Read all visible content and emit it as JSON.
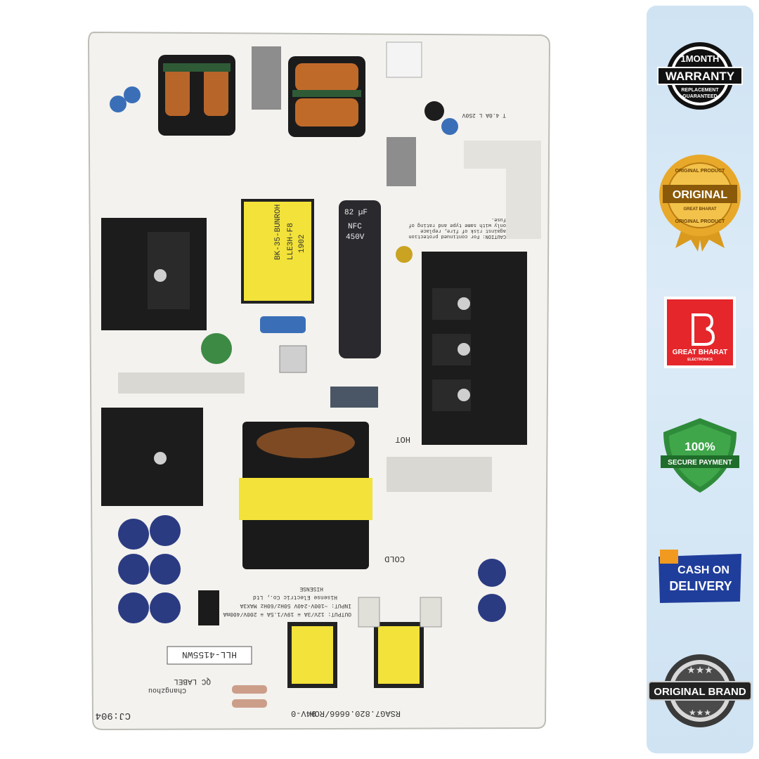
{
  "board": {
    "model_sticker": "HLL-4155WN",
    "qc_label": "QC LABEL",
    "part_number": "RSAG7.820.6666/ROH",
    "rating": "94V-0",
    "brand_line": "HISENSE",
    "maker_line": "Hisense Electric Co., Ltd",
    "input_line": "INPUT: ~100V-240V 50Hz/60Hz MAX3A",
    "output_line": "OUTPUT: 12V/3A ≡ 19V/1.5A ≡ 200V/400mA",
    "cap_label": "82 µF",
    "cap_brand": "NFC",
    "cap_voltage": "450V",
    "transformer_label": "BK-35-BUNROH",
    "transformer_sub": "LLE3H-F8",
    "transformer_code": "1902",
    "hot_label": "HOT",
    "cold_label": "COLD",
    "caution_text": "CAUTION: For continued protection against risk of fire, replace only with same type and rating of fuse.",
    "fuse_text": "T 4.0A L 250V",
    "corner_code": "CJ:904",
    "location": "Changzhou",
    "colors": {
      "board": "#f3f2ee",
      "heatsink": "#1c1c1c",
      "yellow": "#f2e23a",
      "copper": "#c06a2a",
      "cap_blue": "#3a6fb8"
    }
  },
  "badges": {
    "warranty": {
      "line1": "1MONTH",
      "line2": "WARRANTY",
      "line3": "REPLACEMENT",
      "line4": "GUARANTEED",
      "icon": "warranty-seal-icon"
    },
    "original": {
      "ring_top": "ORIGINAL PRODUCT",
      "main": "ORIGINAL",
      "sub": "GREAT BHARAT",
      "ring_bottom": "ORIGINAL PRODUCT",
      "icon": "gold-medal-icon"
    },
    "brand_logo": {
      "name": "GREAT BHARAT",
      "sub": "ELECTRONICS",
      "icon": "b-logo-icon",
      "color": "#e5262b"
    },
    "secure": {
      "line1": "100%",
      "line2": "SECURE PAYMENT",
      "icon": "green-shield-icon"
    },
    "cod": {
      "line1": "CASH ON",
      "line2": "DELIVERY",
      "icon": "cod-box-icon"
    },
    "brand": {
      "text": "ORIGINAL BRAND",
      "icon": "star-seal-icon"
    }
  }
}
